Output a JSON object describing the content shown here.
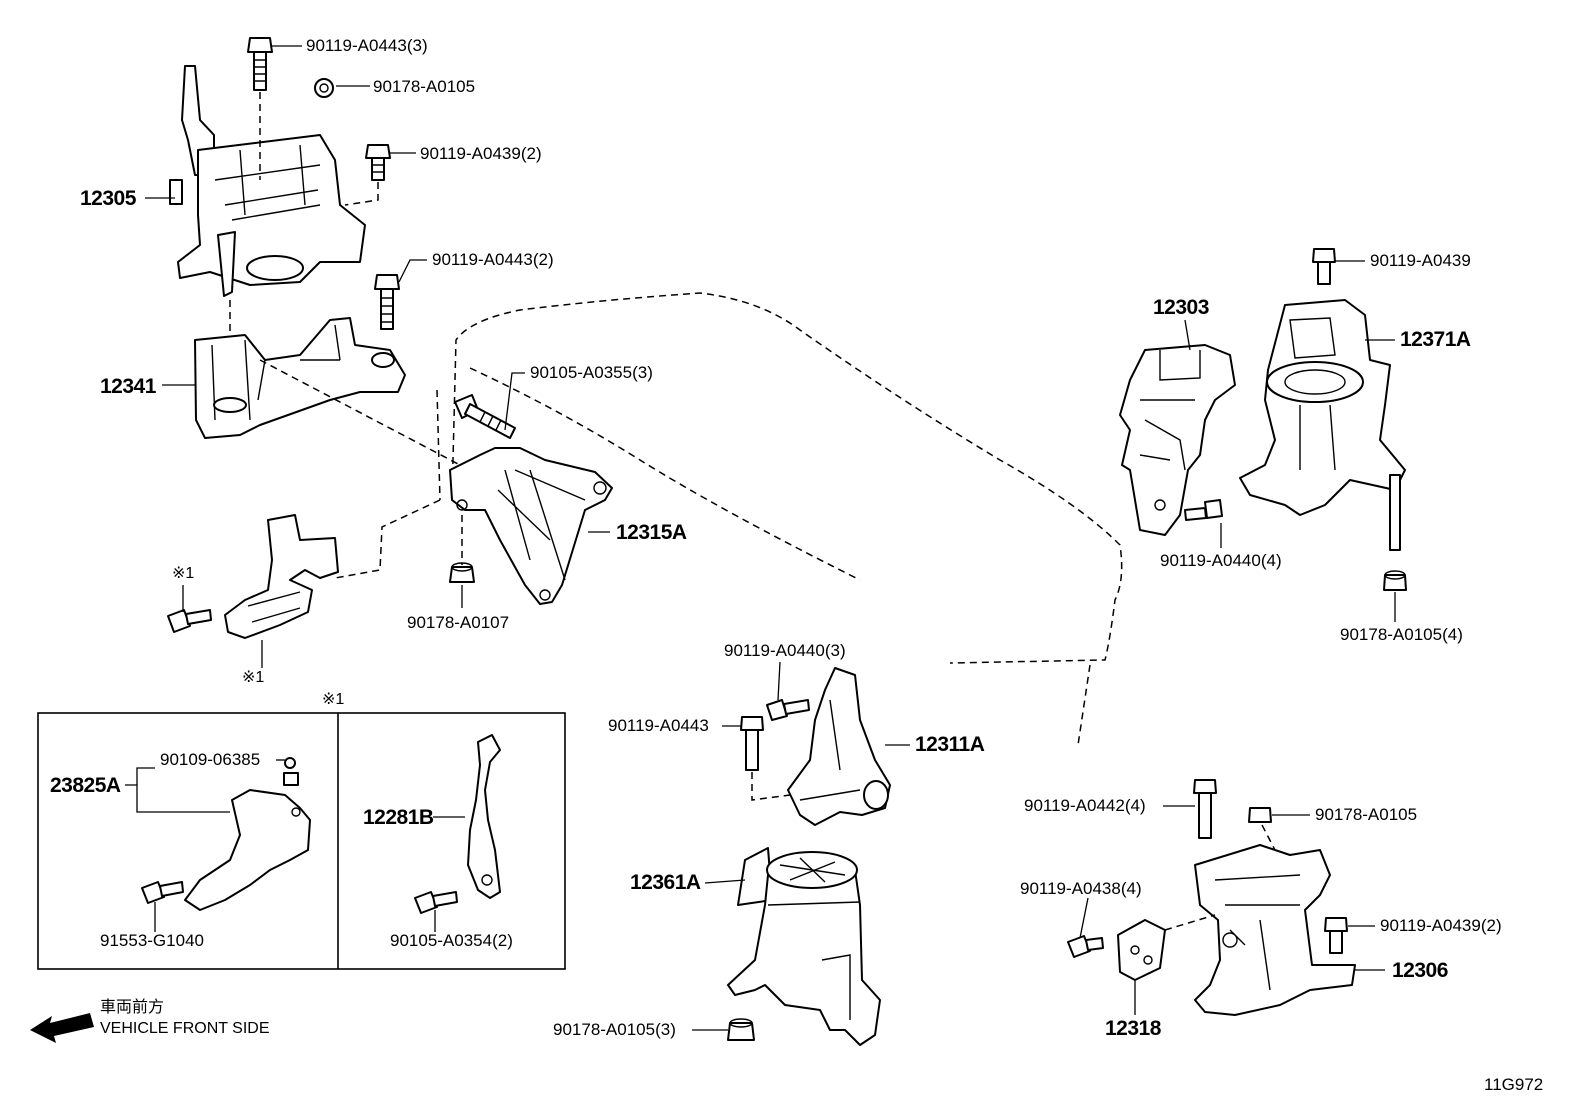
{
  "labels": {
    "p12305": "12305",
    "p12341": "12341",
    "p12315A": "12315A",
    "p12303": "12303",
    "p12371A": "12371A",
    "p12311A": "12311A",
    "p12361A": "12361A",
    "p12306": "12306",
    "p12318": "12318",
    "p23825A": "23825A",
    "p12281B": "12281B",
    "b_90119_A0443_3": "90119-A0443(3)",
    "b_90178_A0105_top": "90178-A0105",
    "b_90119_A0439_2_top": "90119-A0439(2)",
    "b_90119_A0443_2": "90119-A0443(2)",
    "b_90105_A0355_3": "90105-A0355(3)",
    "b_90178_A0107": "90178-A0107",
    "b_90119_A0439_right": "90119-A0439",
    "b_90119_A0440_4": "90119-A0440(4)",
    "b_90178_A0105_4": "90178-A0105(4)",
    "b_90119_A0440_3": "90119-A0440(3)",
    "b_90119_A0443_mid": "90119-A0443",
    "b_90178_A0105_3": "90178-A0105(3)",
    "b_90119_A0442_4": "90119-A0442(4)",
    "b_90178_A0105_br": "90178-A0105",
    "b_90119_A0438_4": "90119-A0438(4)",
    "b_90119_A0439_2_br": "90119-A0439(2)",
    "b_90109_06385": "90109-06385",
    "b_91553_G1040": "91553-G1040",
    "b_90105_A0354_2": "90105-A0354(2)",
    "ref_mark_a": "※1",
    "ref_mark_b": "※1",
    "ref_mark_box": "※1",
    "front_jp": "車両前方",
    "front_en": "VEHICLE FRONT SIDE",
    "figure_code": "11G972"
  },
  "icons": {
    "front_arrow": "arrow-left-front-icon"
  }
}
